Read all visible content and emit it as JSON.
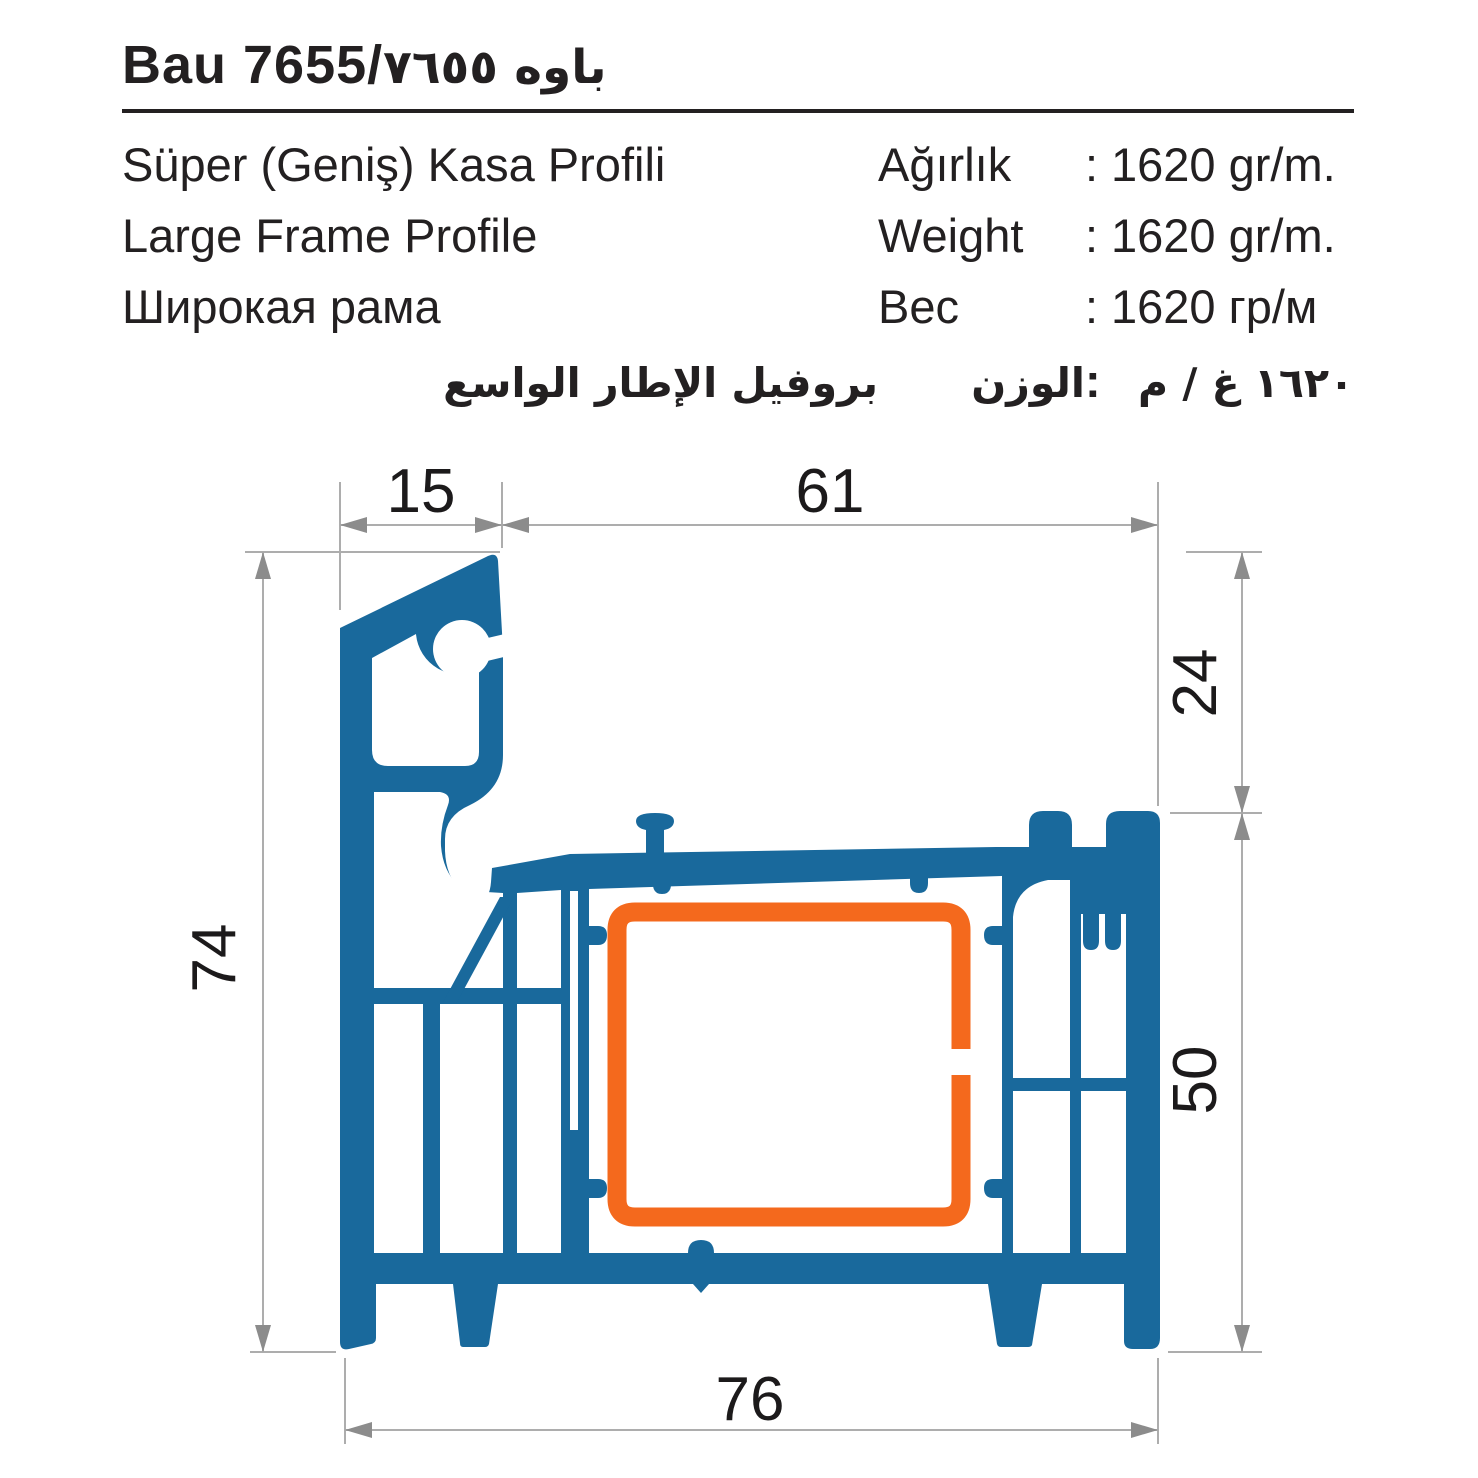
{
  "title": {
    "latin": "Bau 7655/",
    "arabic": "باوه ٧٦٥٥"
  },
  "spec_rows": [
    {
      "label": "Süper (Geniş) Kasa Profili",
      "weight_label": "Ağırlık",
      "colon": ":",
      "value": "1620 gr/m."
    },
    {
      "label": "Large Frame Profile",
      "weight_label": "Weight",
      "colon": ":",
      "value": "1620 gr/m."
    },
    {
      "label": "Широкая рама",
      "weight_label": "Вес",
      "colon": ":",
      "value": "1620 гр/м"
    },
    {
      "label": "بروفيل الإطار الواسع",
      "weight_label": "الوزن",
      "colon": ":",
      "value": "١٦٢٠ غ / م"
    }
  ],
  "drawing": {
    "type": "profile-cross-section",
    "dimensions": {
      "flange_width": "15",
      "rebate_width": "61",
      "right_upper_height": "24",
      "right_height": "50",
      "left_height": "74",
      "bottom_width": "76"
    },
    "colors": {
      "profile": "#19699C",
      "steel": "#F4691D",
      "dim_line": "#ADADAD",
      "arrow": "#8C8C8C",
      "label": "#1C1A1B"
    }
  }
}
